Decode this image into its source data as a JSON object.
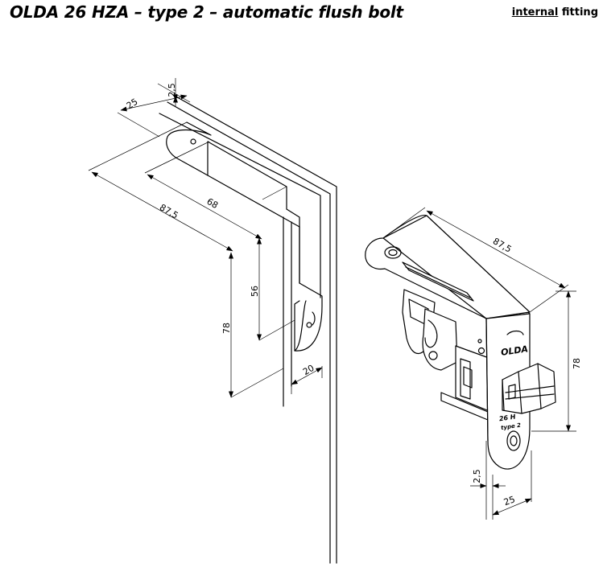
{
  "title": "OLDA 26 HZA – type 2 – automatic flush bolt",
  "fitting": {
    "underlined": "internal",
    "rest": " fitting"
  },
  "left_view": {
    "dims": {
      "top_gap": "2,5",
      "width_top": "25",
      "length_outer": "87,5",
      "length_inner": "68",
      "height_inner": "56",
      "height_outer": "78",
      "depth": "20"
    }
  },
  "right_view": {
    "dims": {
      "length": "87,5",
      "height": "78",
      "gap": "2,5",
      "width": "25"
    },
    "logo": "OLDA",
    "stamp": {
      "line1": "26 H",
      "line2": "type 2"
    }
  }
}
